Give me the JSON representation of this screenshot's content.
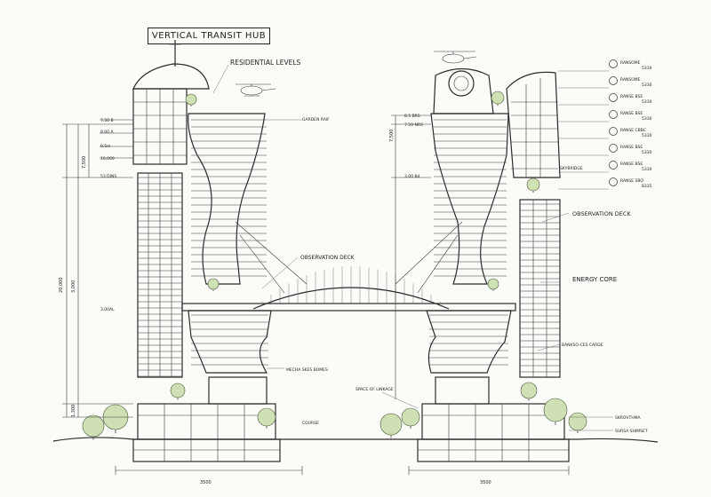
{
  "title": "VERTICAL TRANSIT HUB",
  "labels": {
    "residential_levels": "RESIDENTIAL LEVELS",
    "observation_deck_bridge": "OBSERVATION DECK",
    "observation_deck_right": "OBSERVATION DECK",
    "energy_core": "ENERGY CORE",
    "garden_left": "GARDEN RAIF",
    "lobby_left": "MECHA SKES BOMES",
    "podium_right": "SPACE OF LINKAGE",
    "sky_right": "SKYBRIDGE",
    "core_right": "BANKSO-CES CARDE",
    "retail_right": "SKROVTHMA",
    "base_right": "SURSA SHIMSET",
    "base_left": "COURSE"
  },
  "dimensions": {
    "bottom_left": "3500",
    "bottom_right": "3500",
    "vertical_main": "20,000",
    "vertical_sub": "3,000",
    "vertical_top": "7,500",
    "vertical_low": "1,300",
    "right_vertical": "7,500"
  },
  "level_marks_left": [
    "7.50 B",
    "8.00 A",
    "9.5m",
    "10,000",
    "53 DINS",
    "3.00AL"
  ],
  "level_marks_right": [
    "8.5 BRS",
    "7.50 NRS",
    "3.00 B4"
  ],
  "legend_items": [
    {
      "label": "RANSOME",
      "value": "5330"
    },
    {
      "label": "RANSOME",
      "value": "5330"
    },
    {
      "label": "RANSE BSE",
      "value": "5330"
    },
    {
      "label": "RANSE BSE",
      "value": "5330"
    },
    {
      "label": "RANSE CBBC",
      "value": "5330"
    },
    {
      "label": "RANSE BSE",
      "value": "5330"
    },
    {
      "label": "RANSE BSE",
      "value": "5330"
    },
    {
      "label": "RANSE SBO",
      "value": "8335"
    }
  ]
}
